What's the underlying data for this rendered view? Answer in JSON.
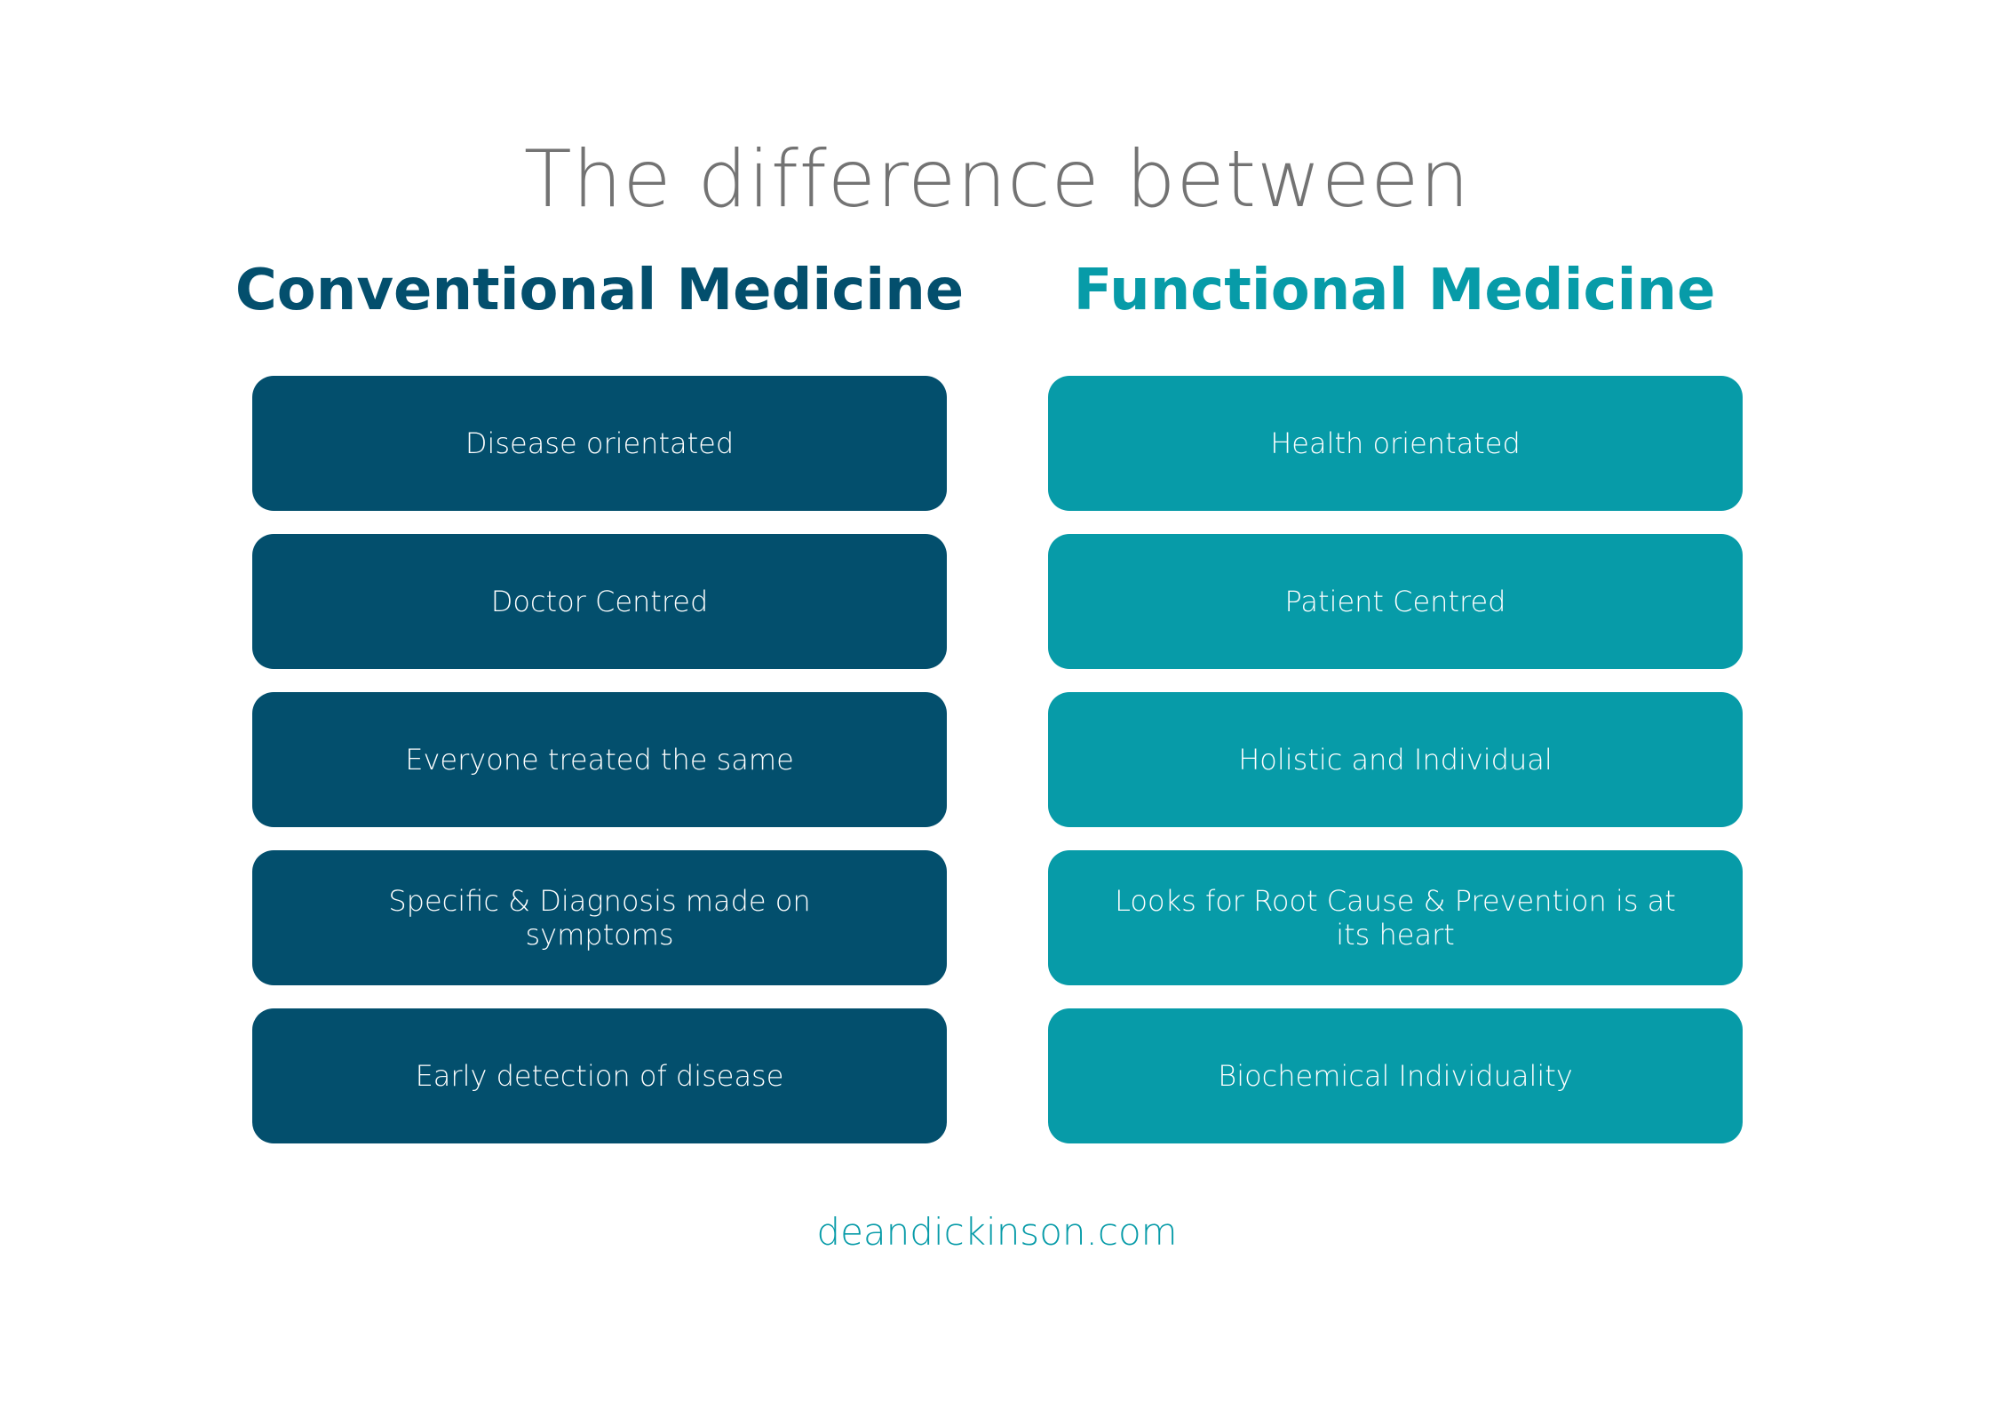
{
  "title": "The difference between",
  "conventional": {
    "heading": "Conventional Medicine",
    "color": "#034f6d",
    "items": [
      "Disease orientated",
      "Doctor Centred",
      "Everyone treated the same",
      "Specific & Diagnosis made on symptoms",
      "Early detection of disease"
    ]
  },
  "functional": {
    "heading": "Functional Medicine",
    "color": "#079ba8",
    "items": [
      "Health orientated",
      "Patient Centred",
      "Holistic and Individual",
      "Looks for Root Cause & Prevention is at its heart",
      "Biochemical Individuality"
    ]
  },
  "footer": "deandickinson.com"
}
